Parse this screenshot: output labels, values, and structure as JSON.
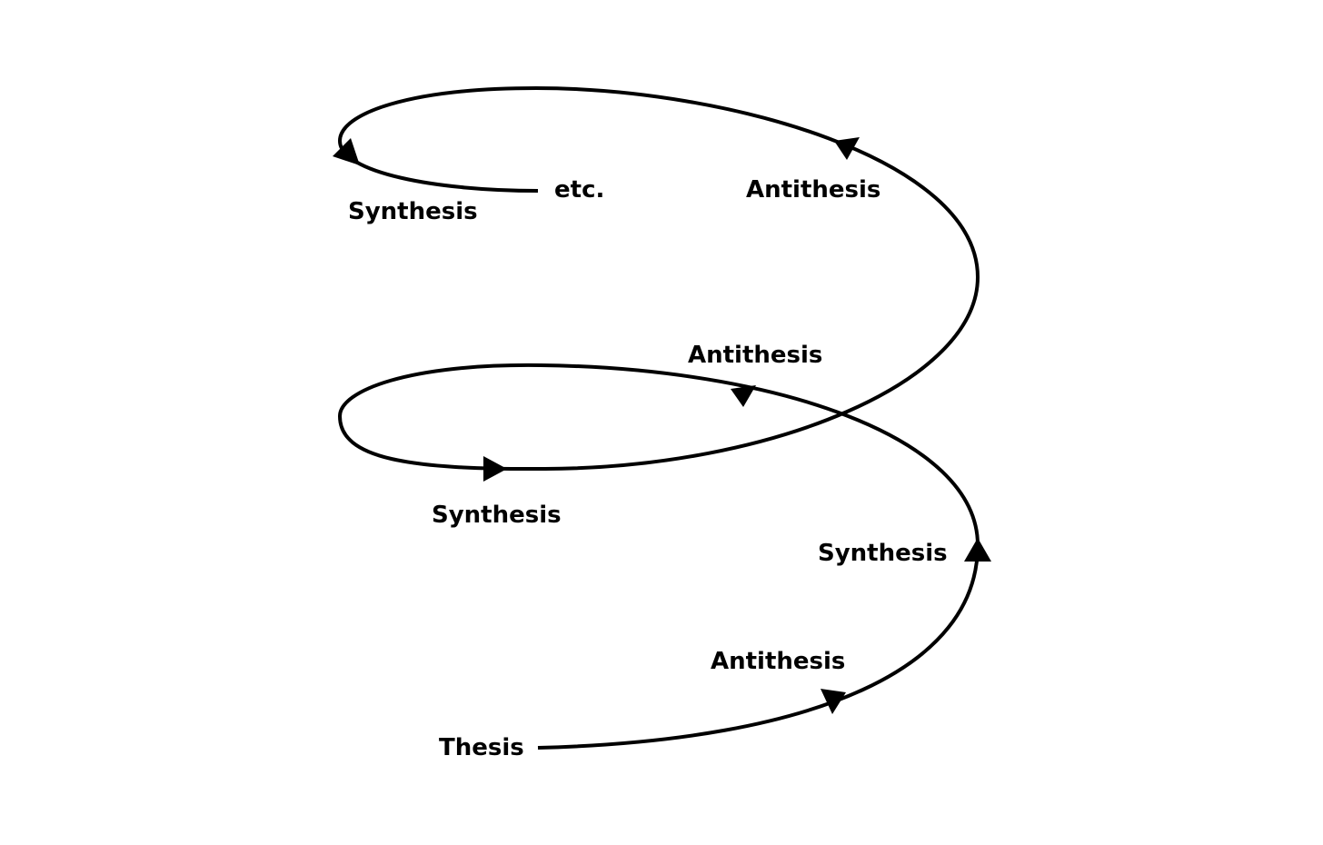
{
  "labels": {
    "thesis": "Thesis",
    "antithesis_1": "Antithesis",
    "synthesis_1": "Synthesis",
    "antithesis_2": "Antithesis",
    "synthesis_2": "Synthesis",
    "antithesis_3": "Antithesis",
    "synthesis_3": "Synthesis",
    "etc": "etc."
  },
  "colors": {
    "line": "#000000",
    "background": "#ffffff"
  }
}
